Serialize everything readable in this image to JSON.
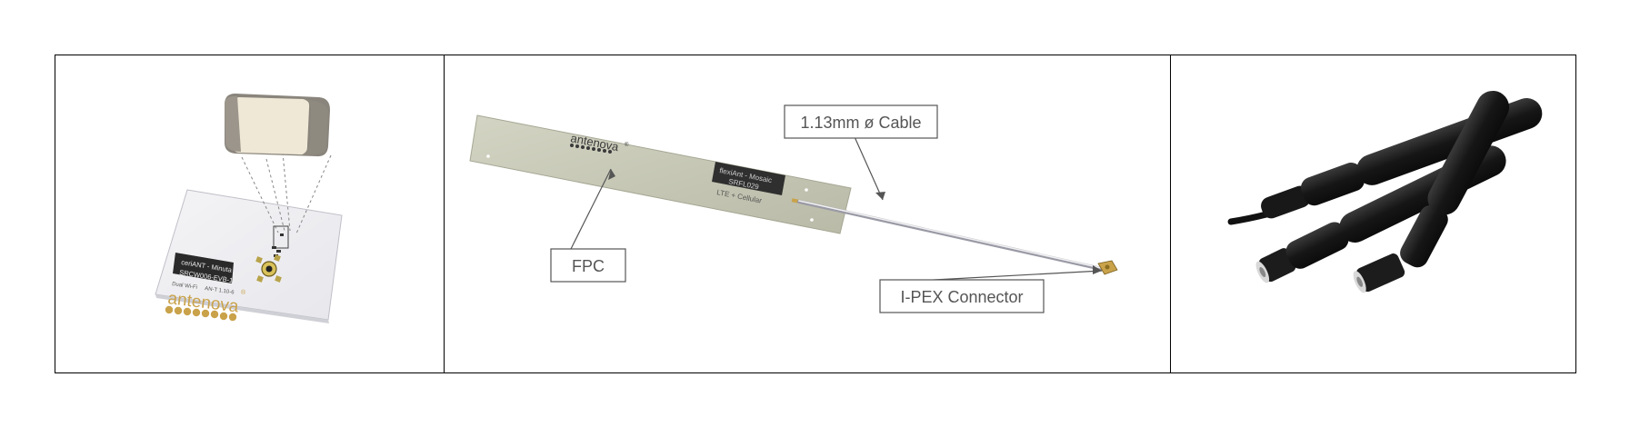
{
  "panel_1": {
    "board_label_line1": "ceriANT - Minuta",
    "board_label_line2": "SRCW006-EVB-1",
    "board_small_left": "Dual Wi-Fi",
    "board_small_right": "AN-T 1.10-6",
    "brand": "antenova"
  },
  "panel_2": {
    "brand": "antenova",
    "plate_label_line1": "flexiAnt - Mosaic",
    "plate_label_line2": "SRFL029",
    "plate_sub": "LTE + Cellular",
    "callouts": {
      "cable": "1.13mm ø Cable",
      "fpc": "FPC",
      "connector": "I-PEX Connector"
    }
  },
  "colors": {
    "border": "#000000",
    "callout_text": "#555555",
    "brand_gold": "#c9a24a",
    "pcb_grey": "#c6c7b4",
    "antenna_black": "#161616"
  }
}
